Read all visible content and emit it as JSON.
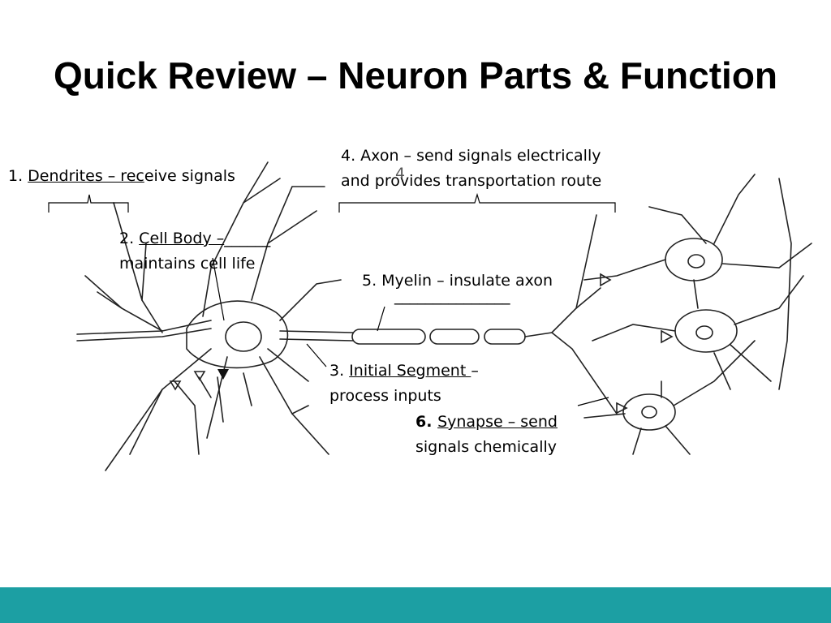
{
  "slide": {
    "title": "Quick Review – Neuron Parts & Function",
    "footer_color": "#1c9fa3"
  },
  "labels": {
    "dendrites": {
      "num": "1. ",
      "name": "Dendrites – rec",
      "rest": "eive signals"
    },
    "cell_body": {
      "num": "2. ",
      "name": "Cell Body –",
      "tail": "______",
      "line2": "maintains cell life"
    },
    "initial_segment": {
      "num": "3. ",
      "name": "Initial Segment ",
      "tail": "–",
      "line2": "process inputs"
    },
    "axon": {
      "line1": "4. Axon – send signals electrically",
      "line2": "and provides transportation route",
      "stray_number": "4"
    },
    "myelin": {
      "text": "5. Myelin – insulate axon",
      "underline": "_______________"
    },
    "synapse": {
      "num": "6. ",
      "name": "Synapse – send ",
      "line2": "signals chemically"
    }
  }
}
